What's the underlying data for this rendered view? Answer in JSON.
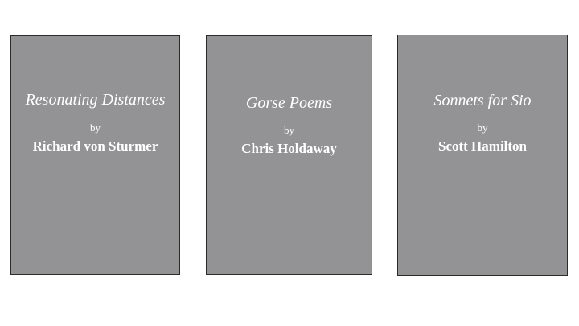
{
  "colors": {
    "background": "#ffffff",
    "cover": "#939396",
    "cover_border": "#2b2b2b",
    "cover_text": "#ffffff"
  },
  "books": [
    {
      "title": "Resonating Distances",
      "by": "by",
      "author": "Richard von Sturmer"
    },
    {
      "title": "Gorse Poems",
      "by": "by",
      "author": "Chris Holdaway"
    },
    {
      "title": "Sonnets for Sio",
      "by": "by",
      "author": "Scott Hamilton"
    }
  ]
}
